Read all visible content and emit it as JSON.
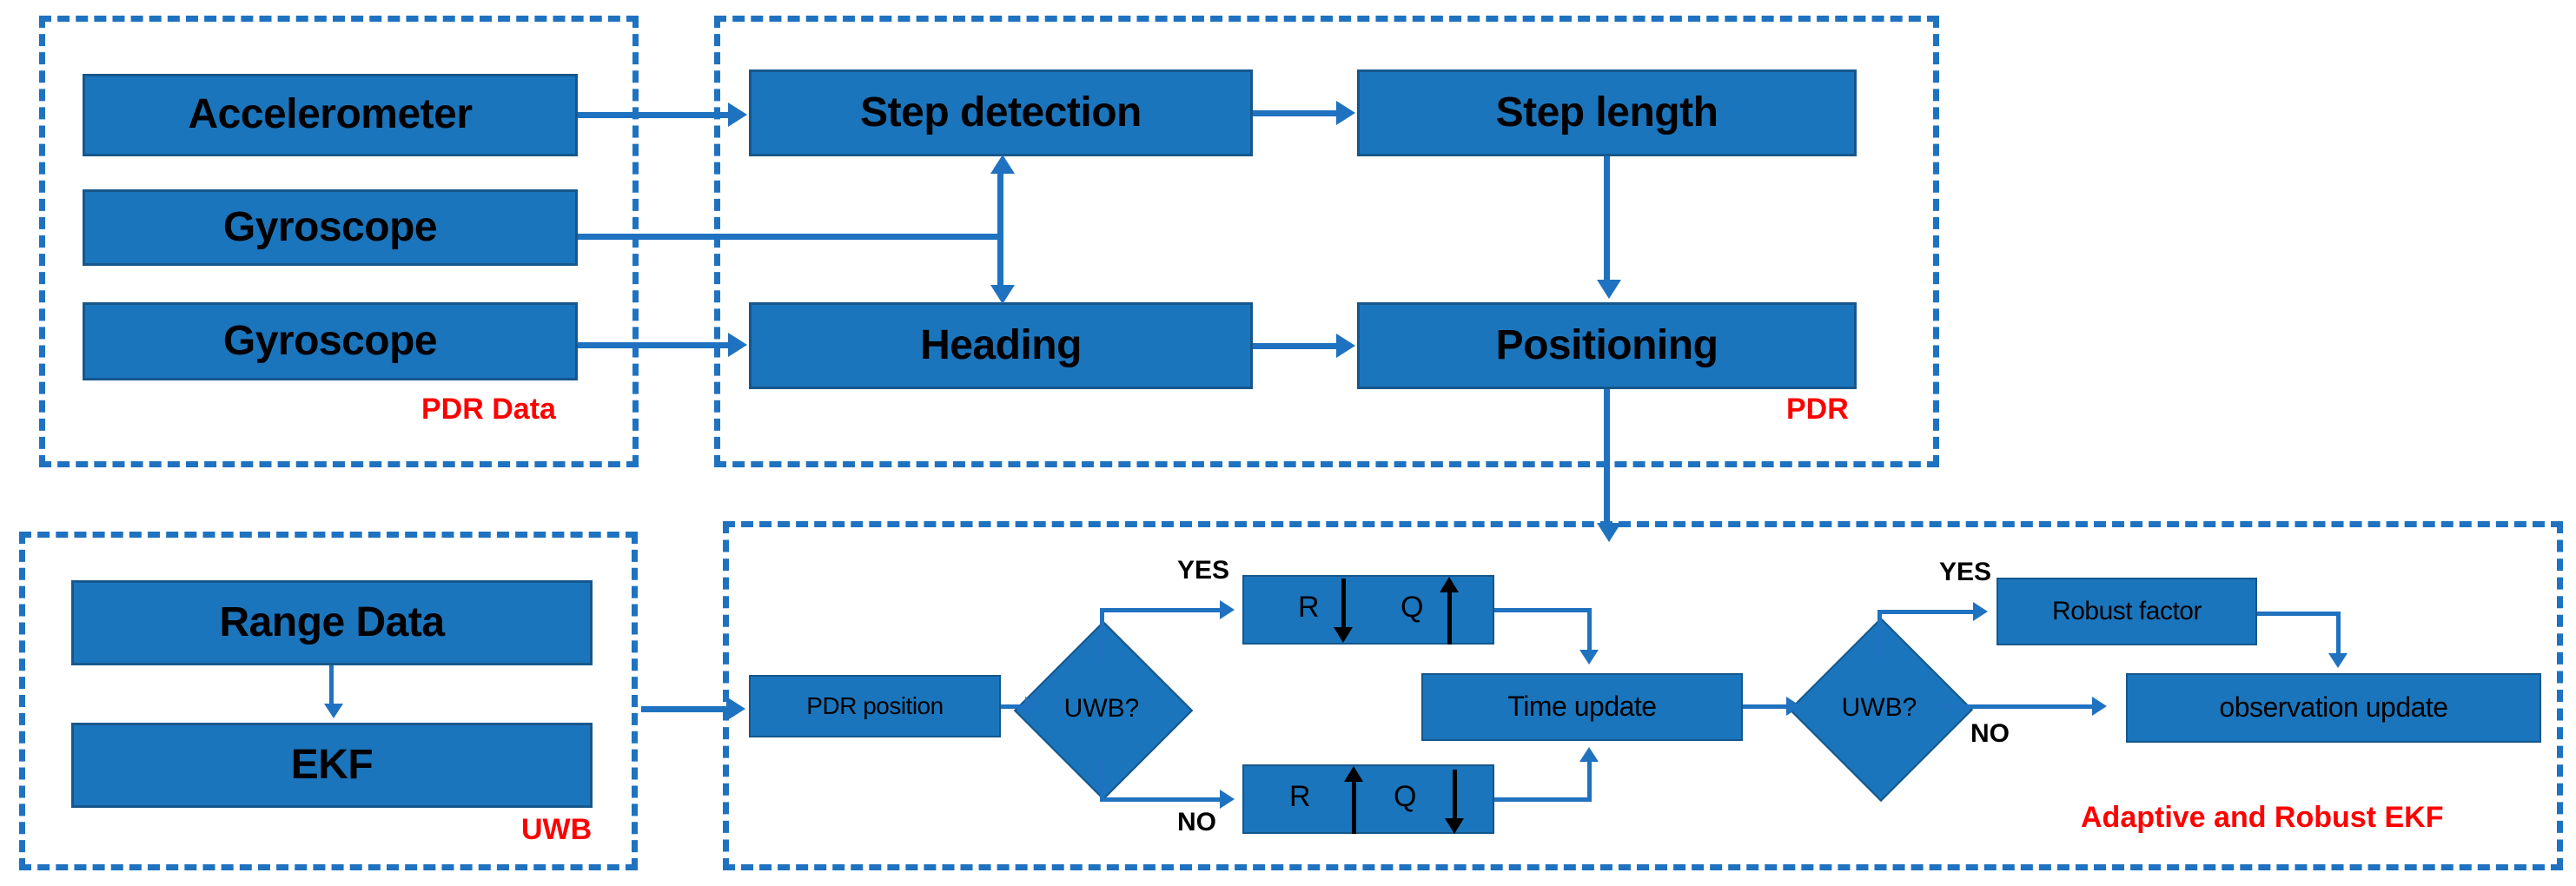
{
  "diagram": {
    "title": "PDR / UWB Adaptive and Robust EKF fusion block diagram",
    "accent_blue": "#1B75BC",
    "connector_blue": "#1F72C0",
    "caption_red": "#FF0000"
  },
  "groups": [
    {
      "id": "pdr-data",
      "caption": "PDR Data"
    },
    {
      "id": "pdr",
      "caption": "PDR"
    },
    {
      "id": "uwb",
      "caption": "UWB"
    },
    {
      "id": "ekf",
      "caption": "Adaptive and Robust EKF"
    }
  ],
  "pdr_data_blocks": [
    {
      "id": "accelerometer",
      "label": "Accelerometer"
    },
    {
      "id": "gyroscope-1",
      "label": "Gyroscope"
    },
    {
      "id": "gyroscope-2",
      "label": "Gyroscope"
    }
  ],
  "pdr_blocks": [
    {
      "id": "step-detection",
      "label": "Step detection"
    },
    {
      "id": "step-length",
      "label": "Step length"
    },
    {
      "id": "heading",
      "label": "Heading"
    },
    {
      "id": "positioning",
      "label": "Positioning"
    }
  ],
  "uwb_blocks": [
    {
      "id": "range-data",
      "label": "Range Data"
    },
    {
      "id": "ekf",
      "label": "EKF"
    }
  ],
  "ekf_blocks": [
    {
      "id": "pdr-position",
      "label": "PDR position"
    },
    {
      "id": "uwb-decision-1",
      "label": "UWB?"
    },
    {
      "id": "rq-up",
      "label": "R   Q"
    },
    {
      "id": "rq-down",
      "label": "R   Q"
    },
    {
      "id": "time-update",
      "label": "Time update"
    },
    {
      "id": "uwb-decision-2",
      "label": "UWB?"
    },
    {
      "id": "robust-factor",
      "label": "Robust factor"
    },
    {
      "id": "observation-update",
      "label": "observation update"
    }
  ],
  "rq_symbols": {
    "r": "R",
    "q": "Q",
    "up_box": {
      "r_arrow": "down-arrow",
      "q_arrow": "up-arrow"
    },
    "down_box": {
      "r_arrow": "up-arrow",
      "q_arrow": "down-arrow"
    }
  },
  "edge_labels": {
    "yes_1": "YES",
    "no_1": "NO",
    "yes_2": "YES",
    "no_2": "NO"
  }
}
